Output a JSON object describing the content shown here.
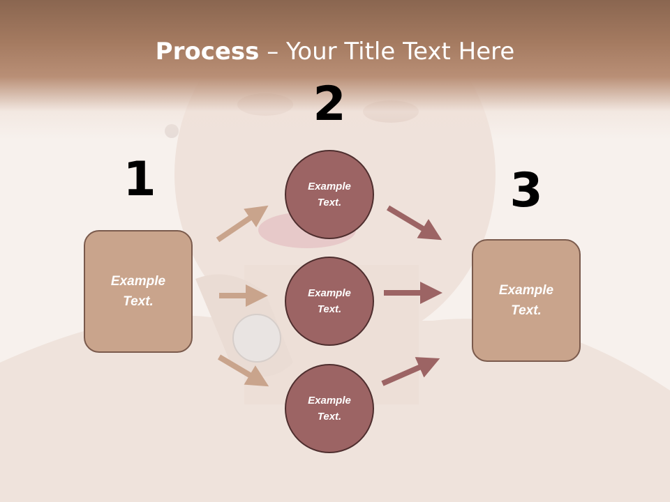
{
  "title": {
    "bold": "Process",
    "separator": " – ",
    "rest": "Your Title Text Here"
  },
  "steps": {
    "one": "1",
    "two": "2",
    "three": "3"
  },
  "left_box": {
    "line1": "Example",
    "line2": "Text."
  },
  "right_box": {
    "line1": "Example",
    "line2": "Text."
  },
  "circles": [
    {
      "line1": "Example",
      "line2": "Text."
    },
    {
      "line1": "Example",
      "line2": "Text."
    },
    {
      "line1": "Example",
      "line2": "Text."
    }
  ],
  "colors": {
    "box_fill": "#c9a48c",
    "circle_fill": "#9c6464",
    "arrow_light": "#c9a48c",
    "arrow_dark": "#9c6464"
  }
}
